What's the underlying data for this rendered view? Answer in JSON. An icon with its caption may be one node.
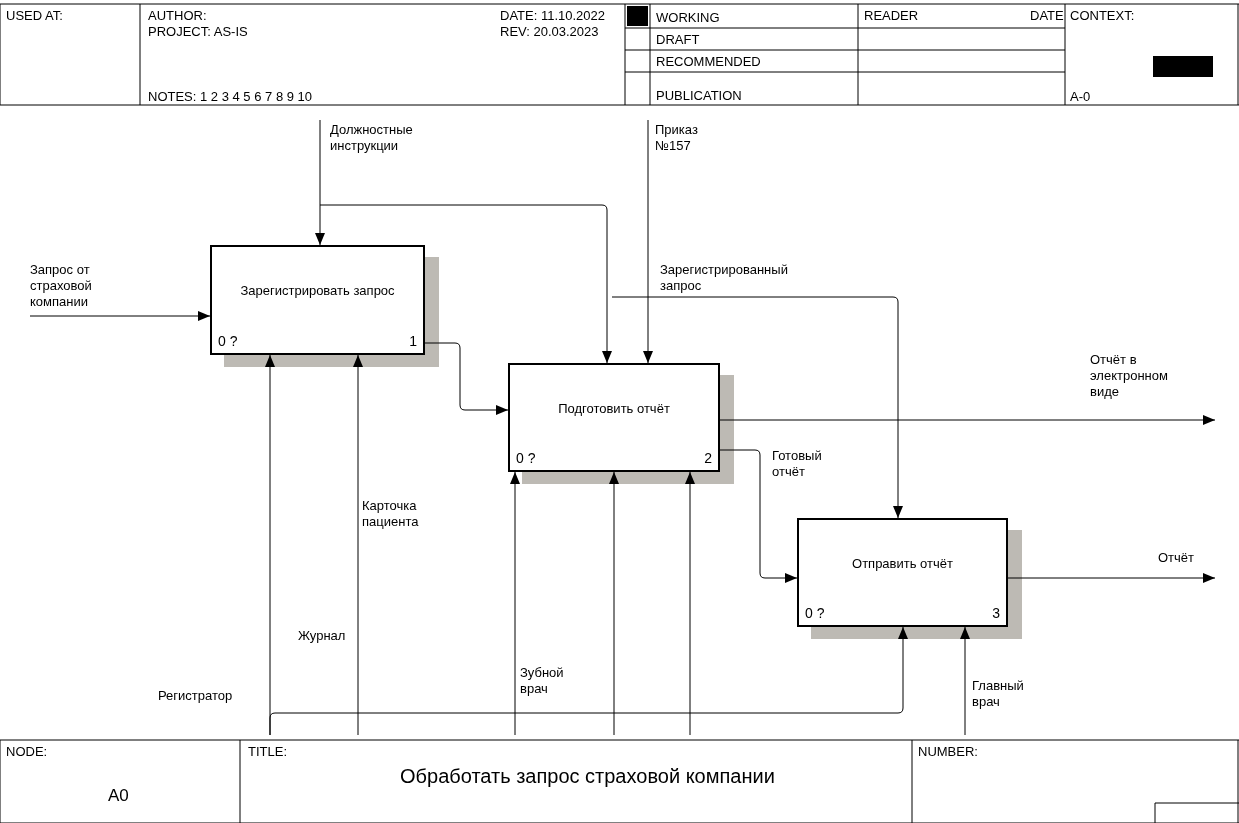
{
  "diagram": {
    "title": "Обработать запрос страховой компании",
    "nodes": [
      {
        "text": [
          "Зарегистрировать запрос",
          "0 ?",
          "1"
        ]
      },
      {
        "text": [
          "Подготовить отчёт",
          "0 ?",
          "2"
        ]
      },
      {
        "text": [
          "Отправить отчёт",
          "0 ?",
          "3"
        ]
      }
    ],
    "edges": [
      {
        "from": null,
        "to": 0,
        "arrow": "to",
        "label": "Запрос от страховой компании"
      },
      {
        "from": null,
        "to": 0,
        "arrow": "to",
        "label": "Должностные инструкции"
      },
      {
        "from": null,
        "to": 1,
        "arrow": "to"
      },
      {
        "from": null,
        "to": 1,
        "arrow": "to",
        "label": "Приказ №157"
      },
      {
        "from": 0,
        "to": 1,
        "arrow": "to"
      },
      {
        "from": null,
        "to": 2,
        "arrow": "to",
        "label": "Зарегистрированный запрос"
      },
      {
        "from": 1,
        "to": null,
        "arrow": "to",
        "label": "Отчёт в электронном виде"
      },
      {
        "from": 1,
        "to": 2,
        "arrow": "to",
        "label": "Готовый отчёт"
      },
      {
        "from": 2,
        "to": null,
        "arrow": "to",
        "label": "Отчёт"
      },
      {
        "from": null,
        "to": 0,
        "arrow": "to",
        "label": "Регистратор"
      },
      {
        "from": null,
        "to": 2,
        "arrow": "to"
      },
      {
        "from": null,
        "to": 0,
        "arrow": "to",
        "label": "Карточка пациента"
      },
      {
        "from": null,
        "to": 1,
        "arrow": "to",
        "label": "Зубной врач"
      },
      {
        "from": null,
        "to": 1,
        "arrow": "to"
      },
      {
        "from": null,
        "to": 1,
        "arrow": "to"
      },
      {
        "from": null,
        "to": 2,
        "arrow": "to",
        "label": "Главный врач"
      }
    ],
    "labels": [
      "USED AT:",
      "AUTHOR:",
      "PROJECT: AS-IS",
      "NOTES: 1 2 3 4 5 6 7 8 9 10",
      "DATE: 11.10.2022",
      "REV: 20.03.2023",
      "WORKING",
      "DRAFT",
      "RECOMMENDED",
      "PUBLICATION",
      "READER",
      "DATE",
      "CONTEXT:",
      "A-0",
      "NODE:",
      "A0",
      "TITLE:",
      "NUMBER:",
      "Журнал"
    ]
  }
}
